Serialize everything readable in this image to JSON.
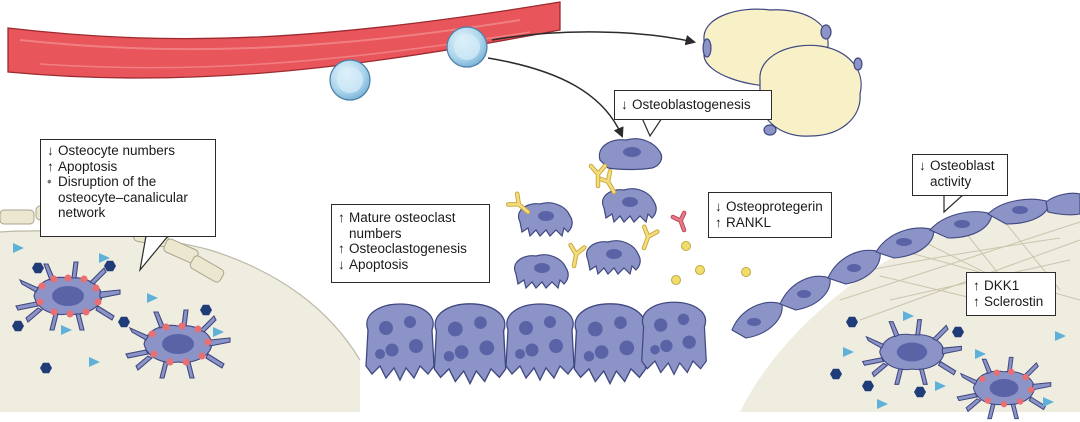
{
  "callouts": {
    "osteocyte": {
      "items": [
        {
          "symbol": "↓",
          "text": "Osteocyte numbers"
        },
        {
          "symbol": "↑",
          "text": "Apoptosis"
        },
        {
          "symbol": "•",
          "text": "Disruption of the"
        },
        {
          "symbol": "",
          "text": "osteocyte–canalicular"
        },
        {
          "symbol": "",
          "text": "network"
        }
      ]
    },
    "osteoblastogenesis": {
      "symbol": "↓",
      "text": "Osteoblastogenesis"
    },
    "osteoclast": {
      "items": [
        {
          "symbol": "↑",
          "text": "Mature osteoclast"
        },
        {
          "symbol": "",
          "text": "numbers"
        },
        {
          "symbol": "↑",
          "text": "Osteoclastogenesis"
        },
        {
          "symbol": "↓",
          "text": "Apoptosis"
        }
      ]
    },
    "opg": {
      "items": [
        {
          "symbol": "↓",
          "text": "Osteoprotegerin"
        },
        {
          "symbol": "↑",
          "text": "RANKL"
        }
      ]
    },
    "osteoblast_activity": {
      "items": [
        {
          "symbol": "↓",
          "text": "Osteoblast"
        },
        {
          "symbol": "",
          "text": "activity"
        }
      ]
    },
    "inhibitors": {
      "items": [
        {
          "symbol": "↑",
          "text": "DKK1"
        },
        {
          "symbol": "↑",
          "text": "Sclerostin"
        }
      ]
    }
  },
  "colors": {
    "vessel": "#e8555a",
    "vessel_stripe": "#f07f82",
    "cell_fill": "#8b93c7",
    "cell_nucleus": "#5a63a6",
    "stem_cell": "#bfe0f2",
    "adipocyte": "#f8f1c8",
    "bone_matrix": "#efece0",
    "osteocyte_dot": "#ea6f72",
    "hexagon": "#1f3c78",
    "triangle": "#5fb1d9",
    "receptor": "#f0d36b",
    "rankl": "#e57a86"
  }
}
